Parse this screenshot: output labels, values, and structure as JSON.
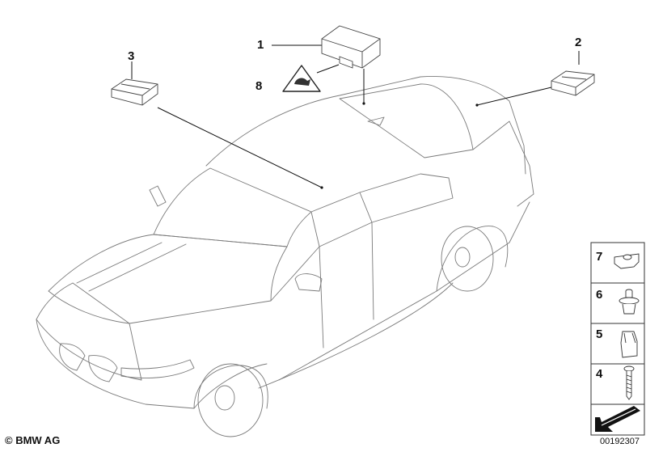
{
  "callouts": {
    "c1": "1",
    "c2": "2",
    "c3": "3",
    "c8": "8",
    "c7": "7",
    "c6": "6",
    "c5": "5",
    "c4": "4"
  },
  "footer": {
    "copyright": "© BMW AG",
    "doc_number": "00192307"
  },
  "colors": {
    "line": "#6e6e6e",
    "leader": "#111111",
    "arrow": "#111111"
  }
}
